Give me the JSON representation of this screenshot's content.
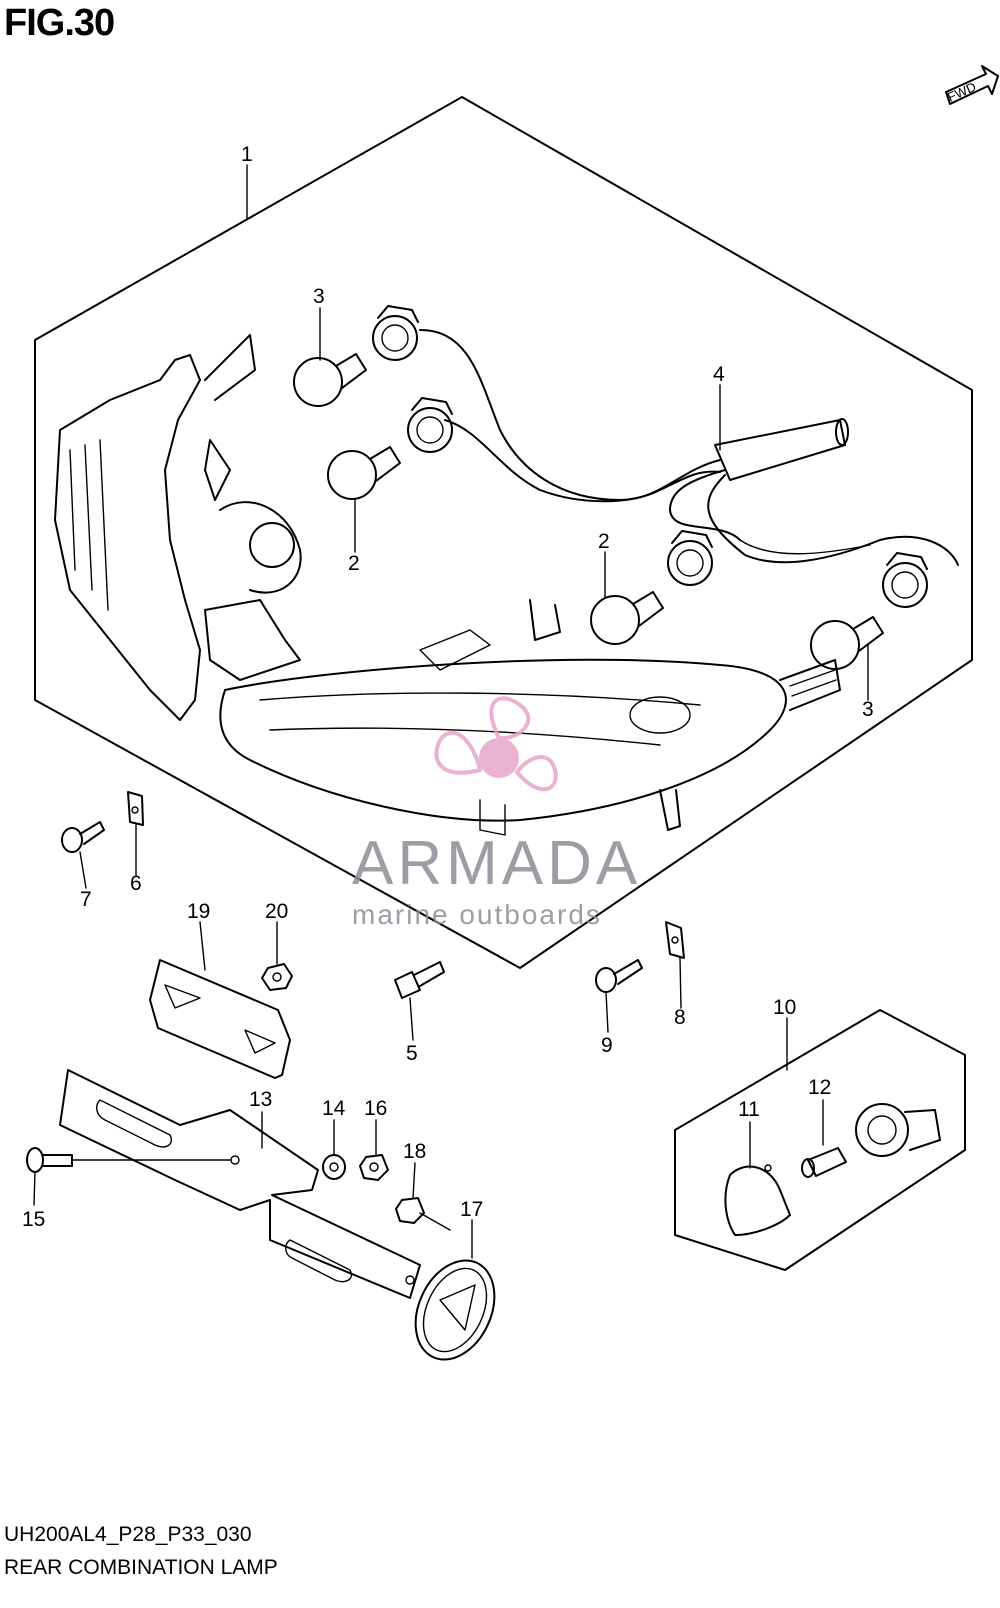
{
  "figure": {
    "title": "FIG.30",
    "fwd_label": "FWD",
    "code": "UH200AL4_P28_P33_030",
    "name": "REAR COMBINATION LAMP"
  },
  "watermark": {
    "brand": "ARMADA",
    "tagline": "marine outboards",
    "logo_color": "#e6a5c8",
    "text_color": "#8c8c96"
  },
  "callouts": {
    "c1": "1",
    "c2a": "2",
    "c2b": "2",
    "c3a": "3",
    "c3b": "3",
    "c4": "4",
    "c5": "5",
    "c6": "6",
    "c7": "7",
    "c8": "8",
    "c9": "9",
    "c10": "10",
    "c11": "11",
    "c12": "12",
    "c13": "13",
    "c14": "14",
    "c15": "15",
    "c16": "16",
    "c17": "17",
    "c18": "18",
    "c19": "19",
    "c20": "20"
  }
}
